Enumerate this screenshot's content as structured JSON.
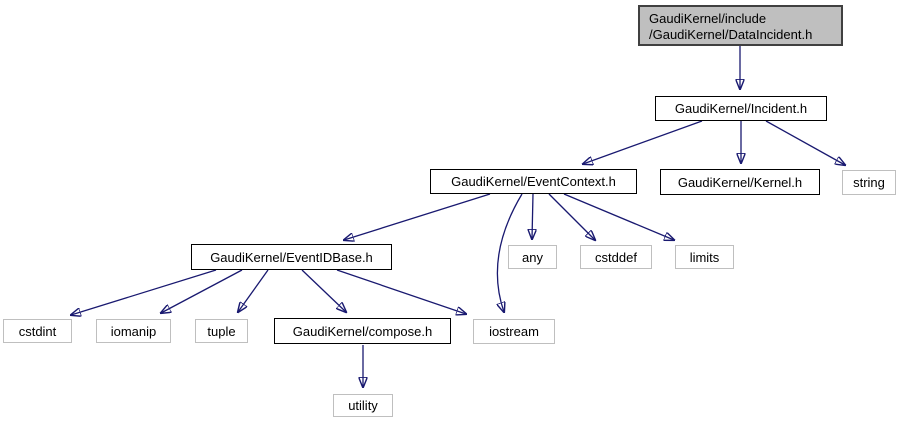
{
  "graph": {
    "type": "include-dependency-graph",
    "colors": {
      "edge": "#191970",
      "current_node_fill": "#bfbfbf",
      "current_node_border": "#404040",
      "internal_node_border": "#000000",
      "external_node_border": "#bfbfbf",
      "node_fill": "#ffffff",
      "text": "#000000",
      "background": "#ffffff"
    },
    "nodes": {
      "data_incident": {
        "line1": "GaudiKernel/include",
        "line2": "/GaudiKernel/DataIncident.h",
        "label": "GaudiKernel/include/GaudiKernel/DataIncident.h",
        "kind": "current"
      },
      "incident": {
        "label": "GaudiKernel/Incident.h",
        "kind": "internal"
      },
      "event_context": {
        "label": "GaudiKernel/EventContext.h",
        "kind": "internal"
      },
      "kernel": {
        "label": "GaudiKernel/Kernel.h",
        "kind": "internal"
      },
      "string": {
        "label": "string",
        "kind": "external"
      },
      "event_id_base": {
        "label": "GaudiKernel/EventIDBase.h",
        "kind": "internal"
      },
      "any": {
        "label": "any",
        "kind": "external"
      },
      "cstddef": {
        "label": "cstddef",
        "kind": "external"
      },
      "limits": {
        "label": "limits",
        "kind": "external"
      },
      "cstdint": {
        "label": "cstdint",
        "kind": "external"
      },
      "iomanip": {
        "label": "iomanip",
        "kind": "external"
      },
      "tuple": {
        "label": "tuple",
        "kind": "external"
      },
      "compose": {
        "label": "GaudiKernel/compose.h",
        "kind": "internal"
      },
      "iostream": {
        "label": "iostream",
        "kind": "external"
      },
      "utility": {
        "label": "utility",
        "kind": "external"
      }
    },
    "edges": [
      {
        "from": "data_incident",
        "to": "incident"
      },
      {
        "from": "incident",
        "to": "event_context"
      },
      {
        "from": "incident",
        "to": "kernel"
      },
      {
        "from": "incident",
        "to": "string"
      },
      {
        "from": "event_context",
        "to": "event_id_base"
      },
      {
        "from": "event_context",
        "to": "any"
      },
      {
        "from": "event_context",
        "to": "cstddef"
      },
      {
        "from": "event_context",
        "to": "limits"
      },
      {
        "from": "event_context",
        "to": "iostream"
      },
      {
        "from": "event_id_base",
        "to": "cstdint"
      },
      {
        "from": "event_id_base",
        "to": "iomanip"
      },
      {
        "from": "event_id_base",
        "to": "tuple"
      },
      {
        "from": "event_id_base",
        "to": "compose"
      },
      {
        "from": "event_id_base",
        "to": "iostream"
      },
      {
        "from": "compose",
        "to": "utility"
      }
    ]
  }
}
